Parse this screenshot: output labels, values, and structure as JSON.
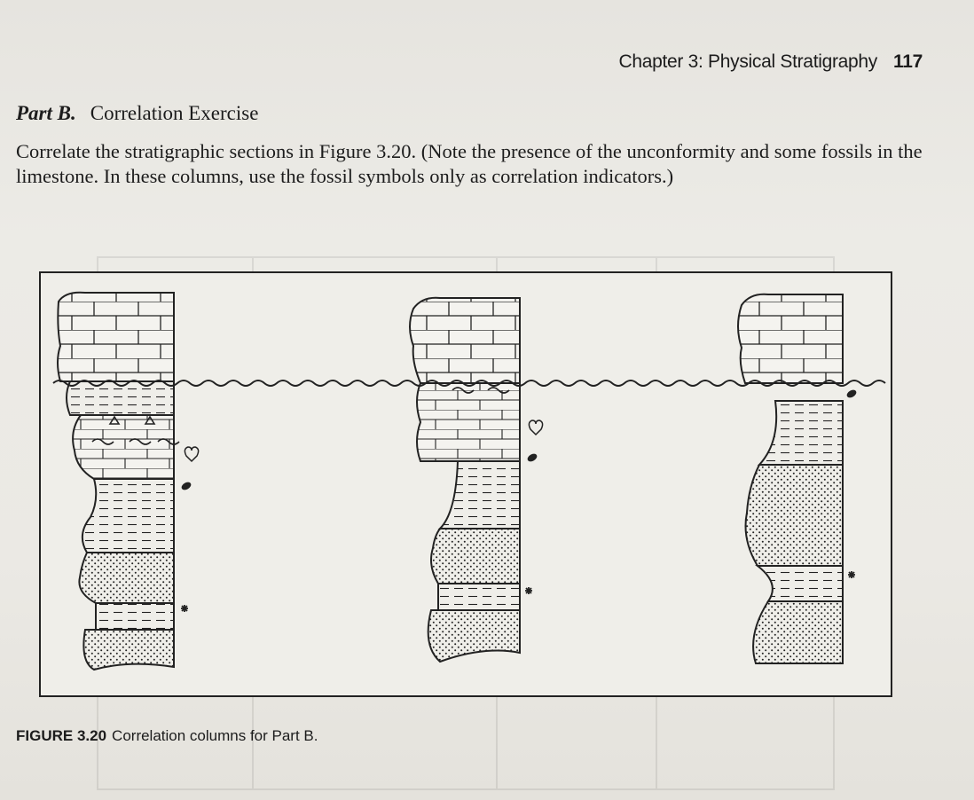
{
  "header": {
    "chapter": "Chapter 3: Physical Stratigraphy",
    "page_number": "117"
  },
  "section": {
    "label": "Part B.",
    "title": "Correlation Exercise"
  },
  "body_text": "Correlate the stratigraphic sections in Figure 3.20. (Note the presence of the unconformity and some fossils in the limestone. In these columns, use the fossil symbols only as correlation indicators.)",
  "figure": {
    "caption_label": "FIGURE 3.20",
    "caption_text": "Correlation columns for Part B."
  }
}
